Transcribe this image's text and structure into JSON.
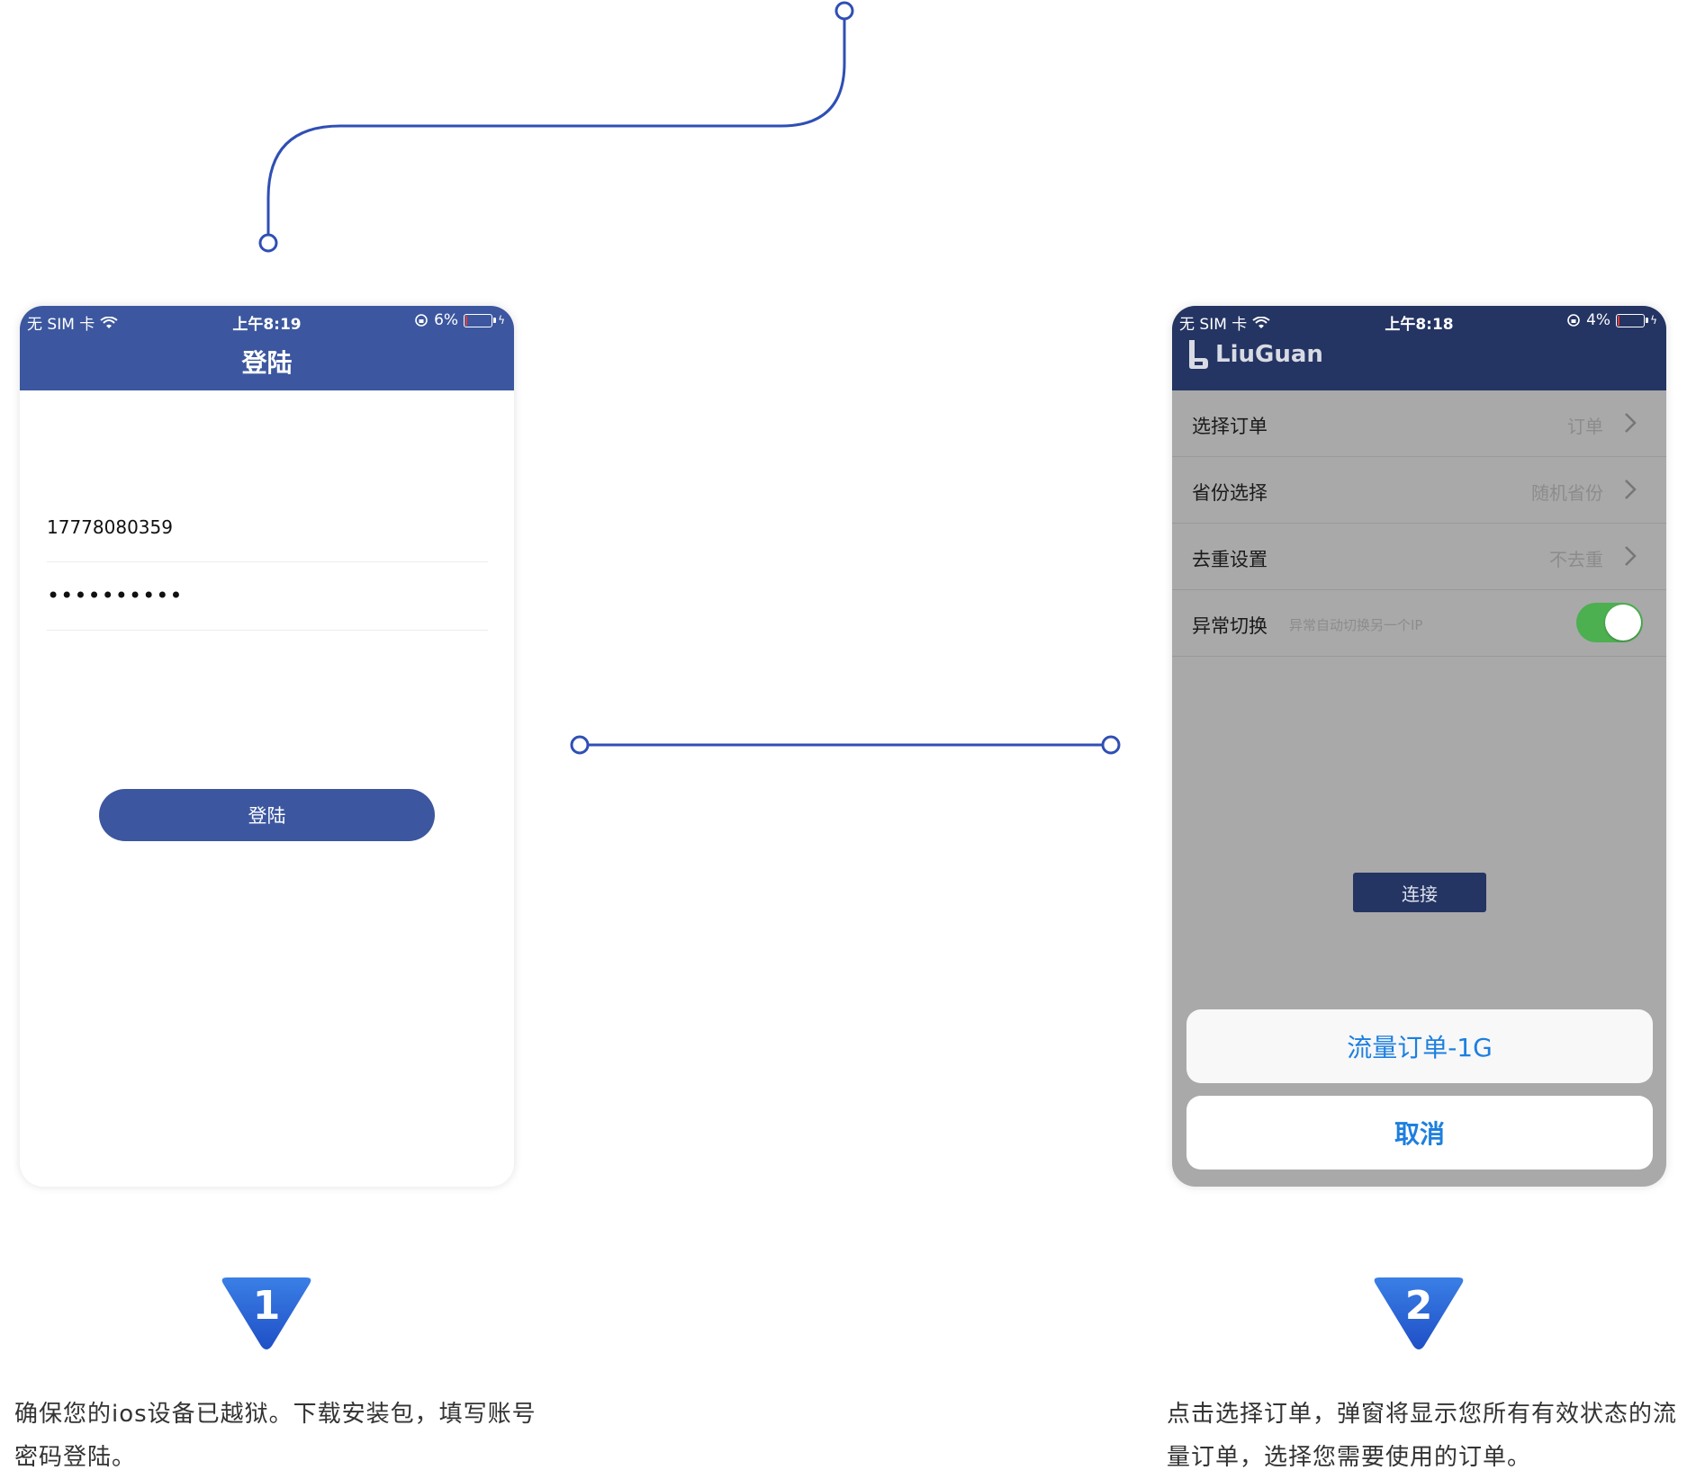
{
  "colors": {
    "connector": "#2f4fb5",
    "header_light": "#3c579f",
    "header_dark": "#243463",
    "ios_blue": "#1d7fe0",
    "toggle_on": "#4caf50"
  },
  "step1": {
    "status": {
      "carrier": "无 SIM 卡",
      "time": "上午8:19",
      "battery": "6%",
      "battery_level": 0.06
    },
    "title": "登陆",
    "username": "17778080359",
    "password_mask": "••••••••••",
    "login_button": "登陆",
    "badge": "1",
    "caption": "确保您的ios设备已越狱。下载安装包，填写账号密码登陆。"
  },
  "step2": {
    "status": {
      "carrier": "无 SIM 卡",
      "time": "上午8:18",
      "battery": "4%",
      "battery_level": 0.04
    },
    "logo_text": "LiuGuan",
    "rows": [
      {
        "label": "选择订单",
        "value": "订单"
      },
      {
        "label": "省份选择",
        "value": "随机省份"
      },
      {
        "label": "去重设置",
        "value": "不去重"
      }
    ],
    "switch_row": {
      "label": "异常切换",
      "hint": "异常自动切换另一个IP",
      "on": true
    },
    "connect_button": "连接",
    "sheet_option": "流量订单-1G",
    "sheet_cancel": "取消",
    "badge": "2",
    "caption": "点击选择订单，弹窗将显示您所有有效状态的流量订单，选择您需要使用的订单。"
  }
}
